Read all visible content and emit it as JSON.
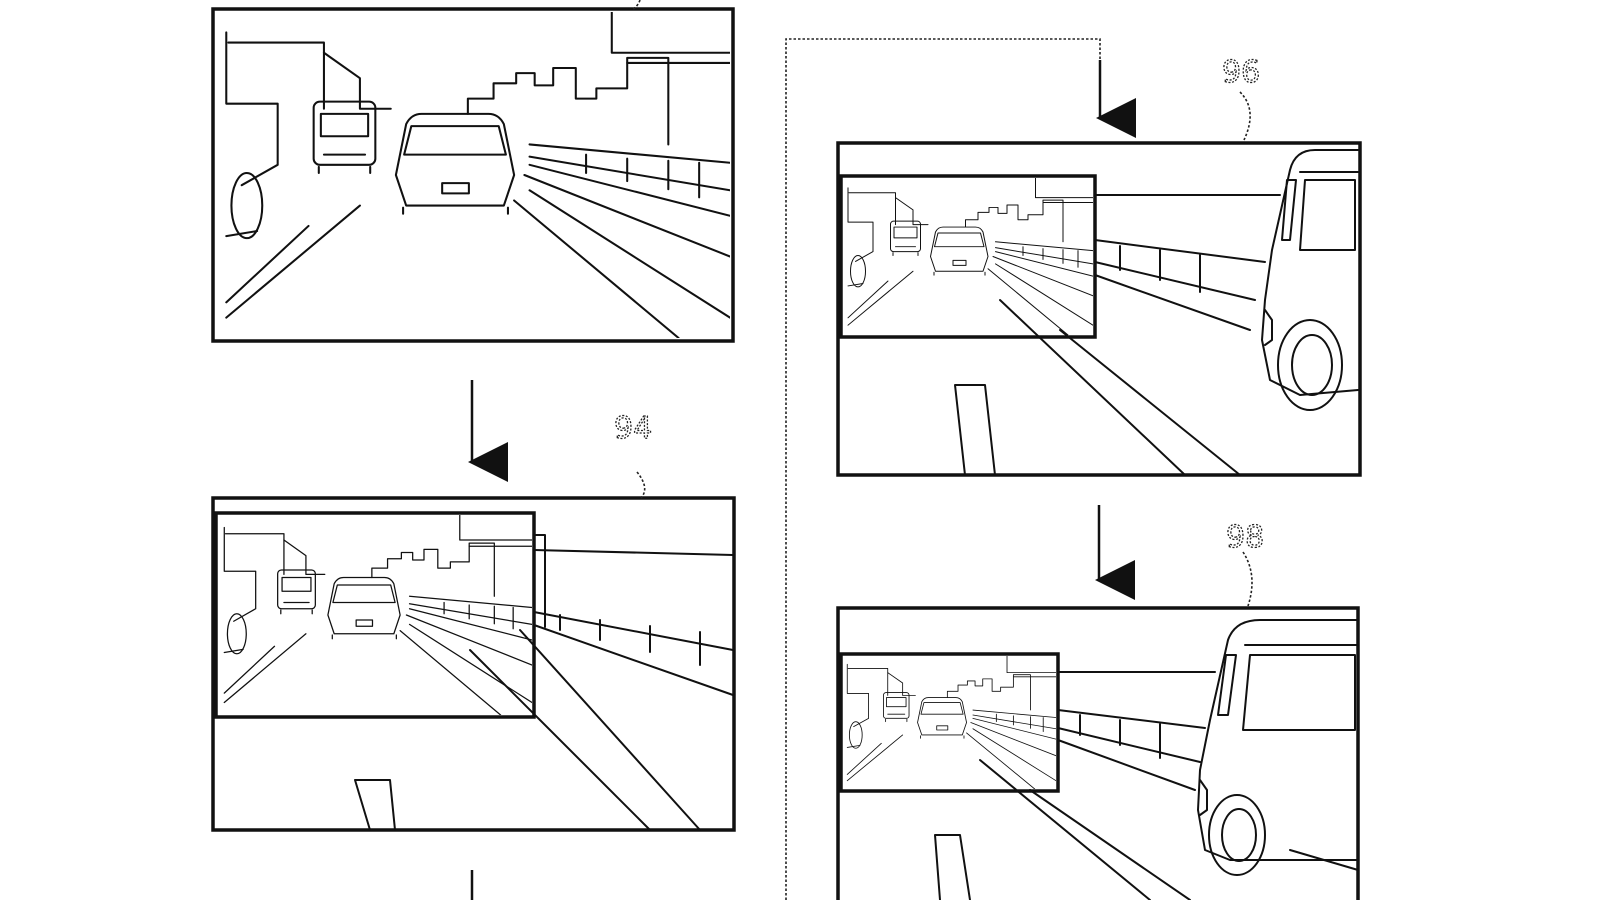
{
  "figure": {
    "panels": [
      {
        "id": "top-left",
        "ref_label": ""
      },
      {
        "id": "middle-left",
        "ref_label": "94"
      },
      {
        "id": "top-right",
        "ref_label": "96"
      },
      {
        "id": "bottom-right",
        "ref_label": "98"
      }
    ],
    "line_color": "#111111",
    "background_color": "#ffffff"
  }
}
